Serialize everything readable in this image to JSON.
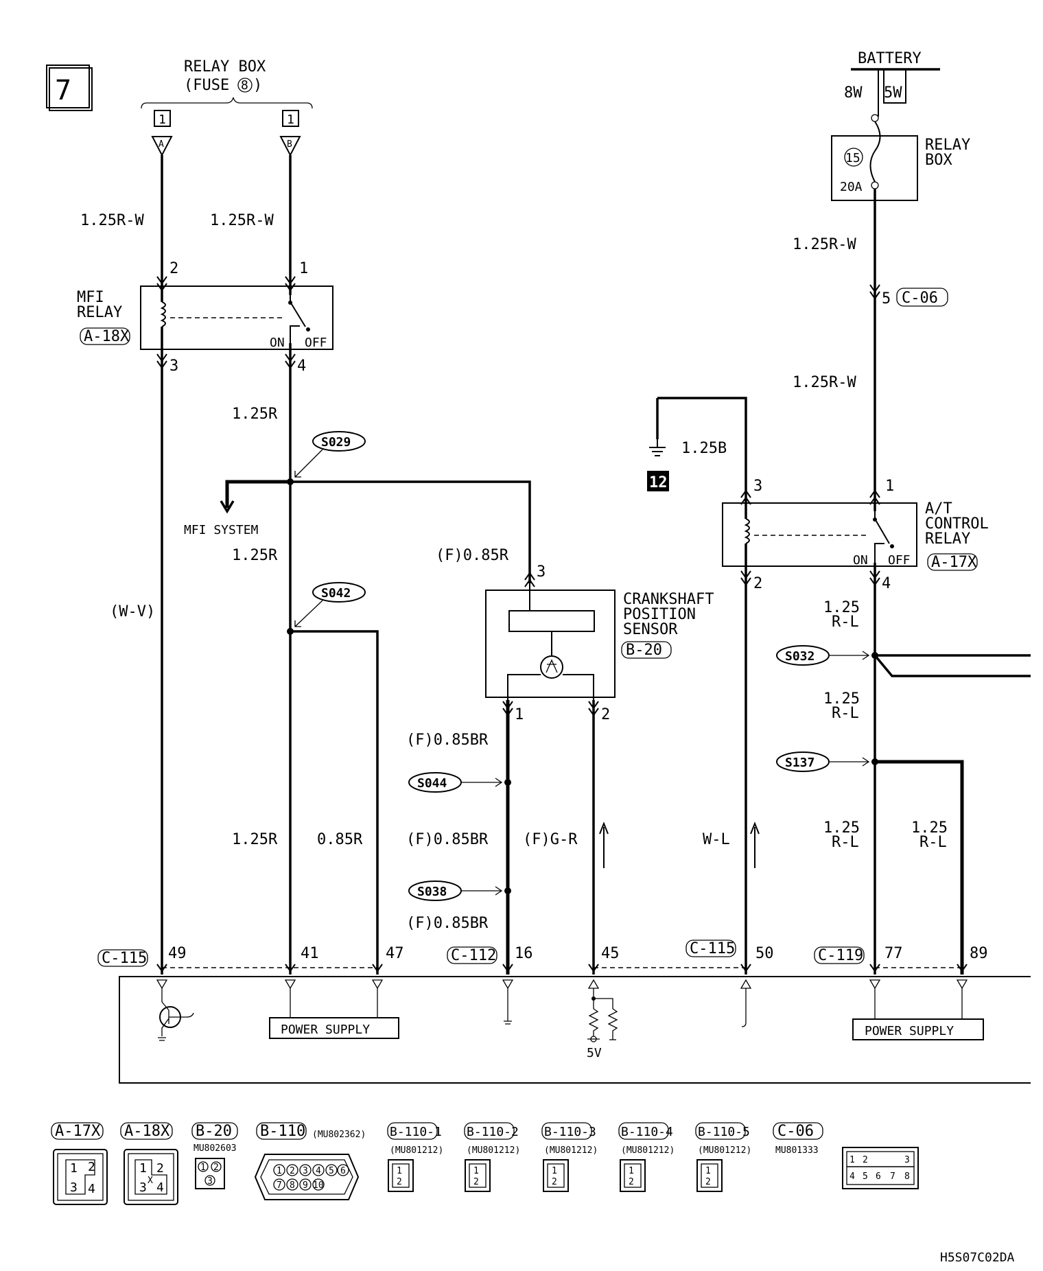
{
  "page_number": "7",
  "footer_code": "H5S07C02DA",
  "relay_box_fuse8": {
    "title": "RELAY BOX",
    "subtitle_prefix": "(FUSE",
    "subtitle_num": "8",
    "subtitle_suffix": ")",
    "conn_a": "1",
    "conn_b": "1",
    "pin_a": "A",
    "pin_b": "B"
  },
  "battery": {
    "title": "BATTERY",
    "wire_left": "8W",
    "wire_right": "5W"
  },
  "relay_box_fuse15": {
    "title_line1": "RELAY",
    "title_line2": "BOX",
    "fuse_no": "15",
    "rating": "20A"
  },
  "mfi_relay": {
    "line1": "MFI",
    "line2": "RELAY",
    "code": "A-18X",
    "pin_tl": "2",
    "pin_tr": "1",
    "pin_bl": "3",
    "pin_br": "4",
    "on": "ON",
    "off": "OFF"
  },
  "at_relay": {
    "line1": "A/T",
    "line2": "CONTROL",
    "line3": "RELAY",
    "code": "A-17X",
    "pin_tl": "3",
    "pin_tr": "1",
    "pin_bl": "2",
    "pin_br": "4",
    "on": "ON",
    "off": "OFF"
  },
  "crank_sensor": {
    "line1": "CRANKSHAFT",
    "line2": "POSITION",
    "line3": "SENSOR",
    "code": "B-20",
    "pin_top": "3",
    "pin_left": "1",
    "pin_right": "2"
  },
  "wires": {
    "w_a": "1.25R-W",
    "w_b": "1.25R-W",
    "w_bat": "1.25R-W",
    "w_c06": "1.25R-W",
    "c06_pin": "5",
    "c06_code": "C-06",
    "w_r_top": "1.25R",
    "w_r_mid": "1.25R",
    "w_r_bot": "1.25R",
    "w_085r": "0.85R",
    "w_wv": "(W-V)",
    "w_f085r": "(F)0.85R",
    "w_f085br_1": "(F)0.85BR",
    "w_f085br_2": "(F)0.85BR",
    "w_f085br_3": "(F)0.85BR",
    "w_fgr": "(F)G-R",
    "w_wl": "W-L",
    "w_125b": "1.25B",
    "w_125rl_a1": "1.25",
    "w_125rl_a2": "R-L",
    "w_125rl_b1": "1.25",
    "w_125rl_b2": "R-L",
    "w_125rl_c1": "1.25",
    "w_125rl_c2": "R-L",
    "w_125rl_d1": "1.25",
    "w_125rl_d2": "R-L"
  },
  "mfi_system": "MFI SYSTEM",
  "ground_no": "12",
  "splices": {
    "s029": "S029",
    "s042": "S042",
    "s044": "S044",
    "s038": "S038",
    "s032": "S032",
    "s137": "S137"
  },
  "ecu": {
    "c115a": "C-115",
    "c112": "C-112",
    "c115b": "C-115",
    "c119": "C-119",
    "pins": [
      "49",
      "41",
      "47",
      "16",
      "45",
      "50",
      "77",
      "89"
    ],
    "power_supply_1": "POWER SUPPLY",
    "power_supply_2": "POWER SUPPLY",
    "v5": "5V"
  },
  "connectors": [
    {
      "code": "A-17X",
      "part": ""
    },
    {
      "code": "A-18X",
      "part": ""
    },
    {
      "code": "B-20",
      "part": "MU802603"
    },
    {
      "code": "B-110",
      "part": "(MU802362)"
    },
    {
      "code": "B-110-1",
      "part": "(MU801212)"
    },
    {
      "code": "B-110-2",
      "part": "(MU801212)"
    },
    {
      "code": "B-110-3",
      "part": "(MU801212)"
    },
    {
      "code": "B-110-4",
      "part": "(MU801212)"
    },
    {
      "code": "B-110-5",
      "part": "(MU801212)"
    },
    {
      "code": "C-06",
      "part": "MU801333"
    }
  ],
  "conn_pins": {
    "quad": [
      "1",
      "2",
      "3",
      "4"
    ],
    "b20": [
      "1",
      "2",
      "3"
    ],
    "b110": [
      "1",
      "2",
      "3",
      "4",
      "5",
      "6",
      "7",
      "8",
      "9",
      "10"
    ],
    "small": [
      "1",
      "2"
    ],
    "c06": [
      "1",
      "2",
      "3",
      "4",
      "5",
      "6",
      "7",
      "8"
    ],
    "cross": "X"
  }
}
